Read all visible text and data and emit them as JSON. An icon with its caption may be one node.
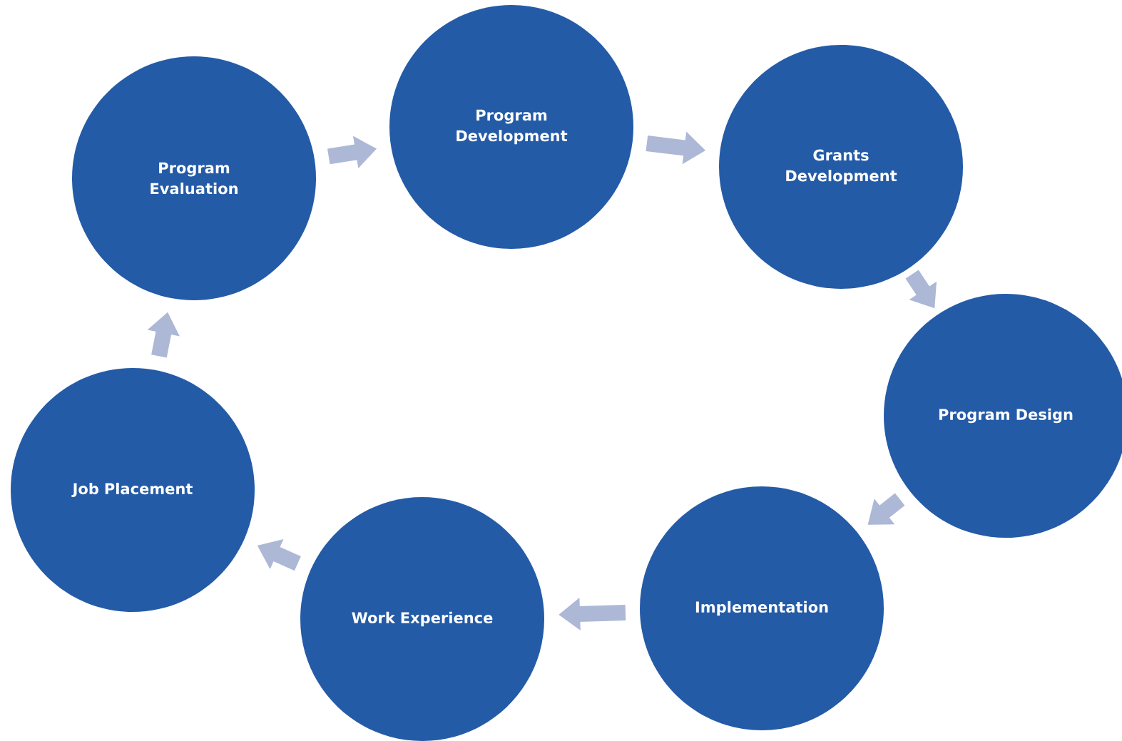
{
  "diagram": {
    "nodes": [
      {
        "text": [
          "Program Evaluation"
        ]
      },
      {
        "text": [
          "Program Development"
        ]
      },
      {
        "text": [
          "Grants Development"
        ]
      },
      {
        "text": [
          "Program Design"
        ]
      },
      {
        "text": [
          "Implementation"
        ]
      },
      {
        "text": [
          "Work Experience"
        ]
      },
      {
        "text": [
          "Job Placement"
        ]
      }
    ],
    "edges": [
      {
        "from": 0,
        "to": 1,
        "arrow": "to"
      },
      {
        "from": 1,
        "to": 2,
        "arrow": "to"
      },
      {
        "from": 2,
        "to": 3,
        "arrow": "to"
      },
      {
        "from": 3,
        "to": 4,
        "arrow": "to"
      },
      {
        "from": 4,
        "to": 5,
        "arrow": "to"
      },
      {
        "from": 5,
        "to": 6,
        "arrow": "to"
      },
      {
        "from": 6,
        "to": 0,
        "arrow": "to"
      }
    ]
  }
}
